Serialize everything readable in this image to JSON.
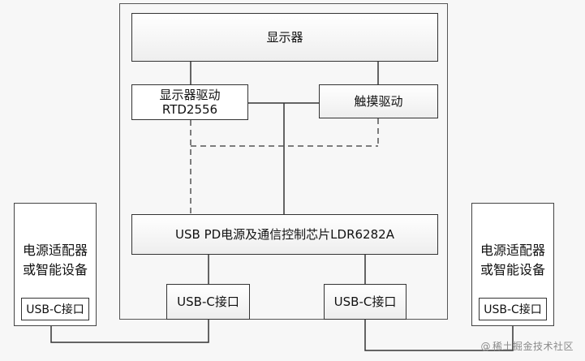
{
  "colors": {
    "line": "#333333",
    "dashed_line": "#555555",
    "box_fill_top": "#ffffff",
    "box_fill_bottom": "#eeeeee",
    "background": "#f7f7f7",
    "watermark": "#8a8a8a"
  },
  "diagram": {
    "display": "显示器",
    "display_driver": {
      "line1": "显示器驱动",
      "line2": "RTD2556"
    },
    "touch_driver": "触摸驱动",
    "controller": "USB PD电源及通信控制芯片LDR6282A",
    "port_left": "USB-C接口",
    "port_right": "USB-C接口",
    "device_left": {
      "label": "电源适配器\n或智能设备",
      "port": "USB-C接口"
    },
    "device_right": {
      "label": "电源适配器\n或智能设备",
      "port": "USB-C接口"
    }
  },
  "watermark": {
    "symbol": "@",
    "text": "稀土掘金技术社区"
  }
}
